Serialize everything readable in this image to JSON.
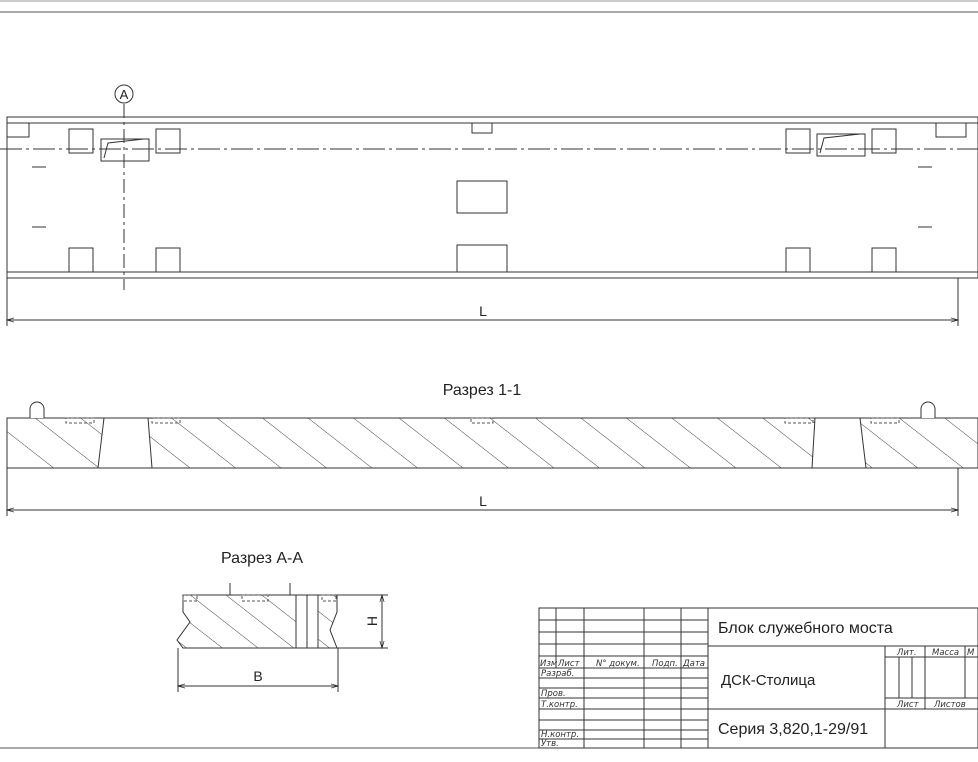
{
  "views": {
    "plan": {
      "dimension_label": "L",
      "callout": "A"
    },
    "section_1_1": {
      "title": "Разрез 1-1",
      "dimension_label": "L"
    },
    "section_a_a": {
      "title": "Разрез А-А",
      "width_label": "B",
      "height_label": "H"
    }
  },
  "title_block": {
    "designation": "Блок служебного моста",
    "organization": "ДСК-Столица",
    "series": "Серия 3,820,1-29/91",
    "columns": {
      "izm": "Изм",
      "list": "Лист",
      "doc_no": "N° докум.",
      "sign": "Подп.",
      "date": "Дата"
    },
    "rows": {
      "razrab": "Разраб.",
      "prov": "Пров.",
      "tkontr": "Т.контр.",
      "nkontr": "Н.контр.",
      "utv": "Утв."
    },
    "stage_headers": {
      "lit": "Лит.",
      "massa": "Масса",
      "masshtab": "М",
      "sheet": "Лист",
      "sheets": "Листов"
    }
  }
}
